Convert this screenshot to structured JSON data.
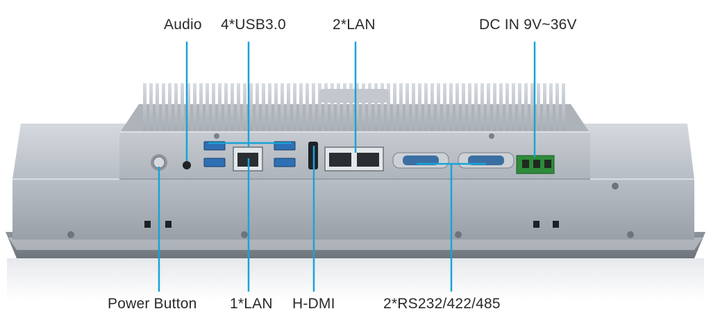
{
  "labels": {
    "top": {
      "audio": "Audio",
      "usb": "4*USB3.0",
      "lan2": "2*LAN",
      "dc": "DC IN 9V~36V"
    },
    "bottom": {
      "power": "Power Button",
      "lan1": "1*LAN",
      "hdmi": "H-DMI",
      "serial": "2*RS232/422/485"
    }
  },
  "colors": {
    "callout": "#1aa3d6",
    "panel_top": "#c9ced6",
    "panel_front": "#aab0b8",
    "heatsink": "#b8bdc4",
    "ports": "#2f6fb4"
  }
}
